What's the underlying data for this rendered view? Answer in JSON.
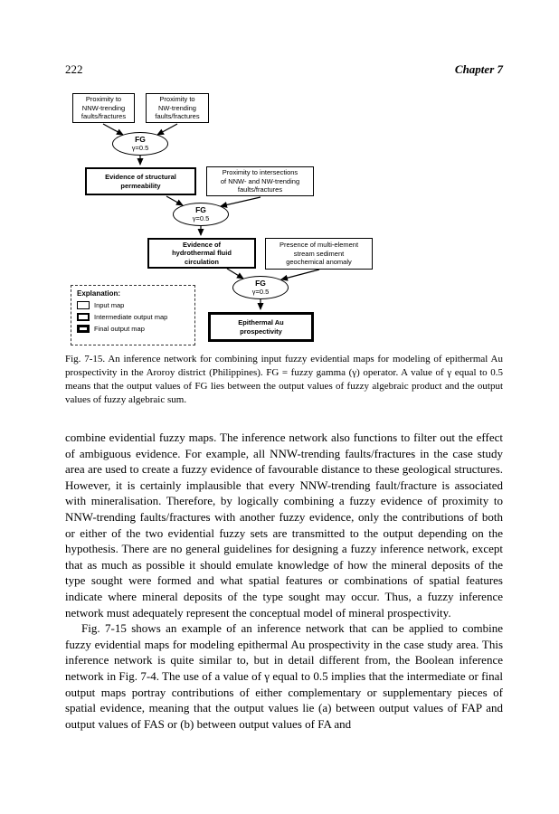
{
  "header": {
    "page_number": "222",
    "chapter": "Chapter 7"
  },
  "colors": {
    "ink": "#000000",
    "paper": "#ffffff"
  },
  "diagram": {
    "fg_label": "FG",
    "fg_gamma": "γ=0.5",
    "nodes": {
      "proximity_nnw": "Proximity to\nNNW-trending\nfaults/fractures",
      "proximity_nw": "Proximity to\nNW-trending\nfaults/fractures",
      "structural_permeability": "Evidence of structural\npermeability",
      "proximity_intersections": "Proximity to intersections\nof NNW- and NW-trending\nfaults/fractures",
      "hydrothermal_circulation": "Evidence of\nhydrothermal fluid\ncirculation",
      "stream_sediment": "Presence of multi-element\nstream sediment\ngeochemical anomaly",
      "epithermal_prospectivity": "Epithermal Au\nprospectivity"
    },
    "legend": {
      "title": "Explanation:",
      "items": [
        {
          "label": "Input map",
          "type": "input"
        },
        {
          "label": "Intermediate output map",
          "type": "intermediate"
        },
        {
          "label": "Final output map",
          "type": "final"
        }
      ]
    }
  },
  "caption": "Fig. 7-15. An inference network for combining input fuzzy evidential maps for modeling of epithermal Au prospectivity in the Aroroy district (Philippines). FG = fuzzy gamma (γ) operator. A value of γ equal to 0.5 means that the output values of FG lies between the output values of fuzzy algebraic product and the output values of fuzzy algebraic sum.",
  "body": {
    "paragraph1": "combine evidential fuzzy maps. The inference network also functions to filter out the effect of ambiguous evidence. For example, all NNW-trending faults/fractures in the case study area are used to create a fuzzy evidence of favourable distance to these geological structures. However, it is certainly implausible that every NNW-trending fault/fracture is associated with mineralisation. Therefore, by logically combining a fuzzy evidence of proximity to NNW-trending faults/fractures with another fuzzy evidence, only the contributions of both or either of the two evidential fuzzy sets are transmitted to the output depending on the hypothesis. There are no general guidelines for designing a fuzzy inference network, except that as much as possible it should emulate knowledge of how the mineral deposits of the type sought were formed and what spatial features or combinations of spatial features indicate where mineral deposits of the type sought may occur. Thus, a fuzzy inference network must adequately represent the conceptual model of mineral prospectivity.",
    "paragraph2": "Fig. 7-15 shows an example of an inference network that can be applied to combine fuzzy evidential maps for modeling epithermal Au prospectivity in the case study area. This inference network is quite similar to, but in detail different from, the Boolean inference network in Fig. 7-4. The use of a value of γ equal to 0.5 implies that the intermediate or final output maps portray contributions of either complementary or supplementary pieces of spatial evidence, meaning that the output values lie (a) between output values of FAP and output values of FAS or (b) between output values of FA and"
  }
}
